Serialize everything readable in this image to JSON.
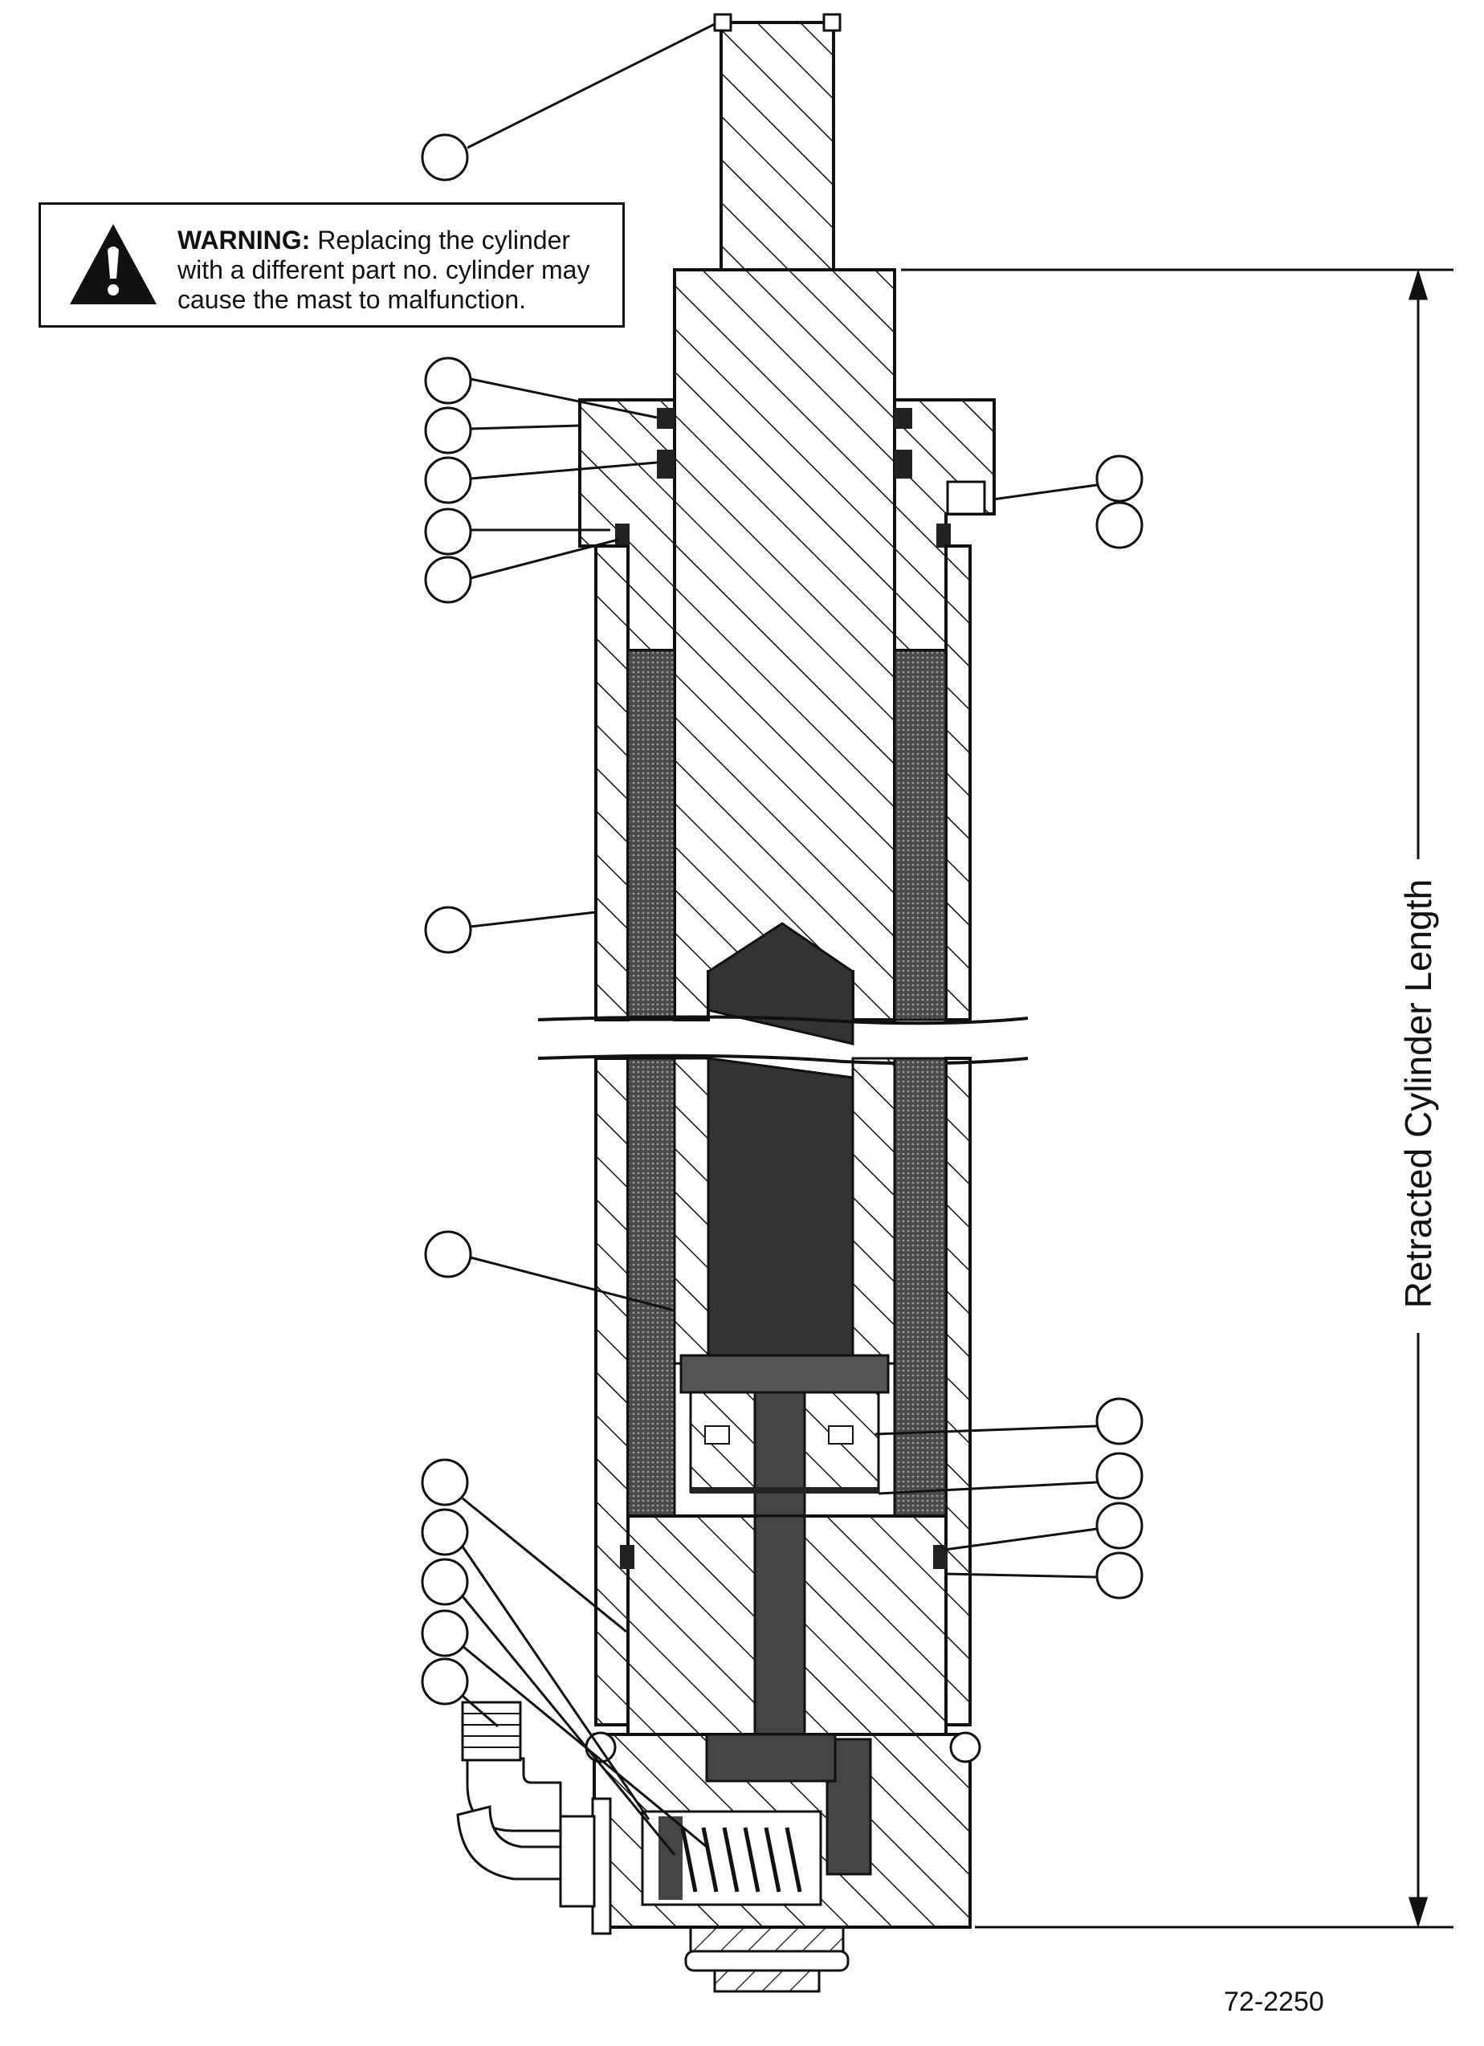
{
  "warning": {
    "lead": "WARNING:",
    "text": "Replacing the cylinder with a different part no. cylinder may cause the mast to malfunction."
  },
  "dimension_label": "Retracted Cylinder Length",
  "figure_number": "72-2250",
  "colors": {
    "ink": "#111111",
    "shade": "#5a5a5a",
    "paper": "#ffffff"
  },
  "icons": {
    "warning": "warning-triangle-icon"
  }
}
